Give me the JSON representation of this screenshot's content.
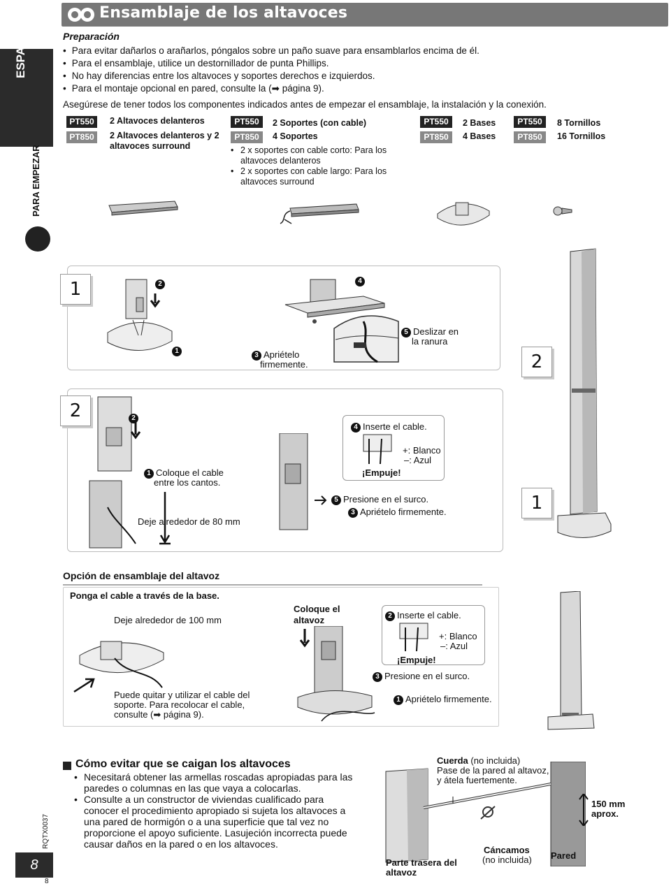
{
  "sidebar": {
    "language": "ESPAÑOL",
    "section": "PARA EMPEZAR",
    "doc_code": "RQTX0037",
    "page_number": "8",
    "page_small": "8"
  },
  "title": "Ensamblaje de los altavoces",
  "preparation": {
    "heading": "Preparación",
    "bullets": [
      "Para evitar dañarlos o arañarlos, póngalos sobre un paño suave para ensamblarlos encima de él.",
      "Para el ensamblaje, utilice un destornillador de punta Phillips.",
      "No hay diferencias entre los altavoces y soportes derechos e izquierdos.",
      "Para el montaje opcional en pared, consulte la (➡ página 9)."
    ],
    "intro": "Asegúrese de tener todos los componentes indicados antes de empezar el ensamblaje, la instalación y la conexión."
  },
  "components": {
    "tag_550": "PT550",
    "tag_850": "PT850",
    "speakers_550": "2 Altavoces delanteros",
    "speakers_850": "2 Altavoces delanteros y 2 altavoces surround",
    "stands_550": "2 Soportes (con cable)",
    "stands_850": "4 Soportes",
    "stands_sub": [
      "2 x soportes con cable corto: Para los altavoces delanteros",
      "2 x soportes con cable largo: Para los altavoces surround"
    ],
    "bases_550": "2 Bases",
    "bases_850": "4 Bases",
    "screws_550": "8 Tornillos",
    "screws_850": "16 Tornillos"
  },
  "step1": {
    "num": "1",
    "c1": "1",
    "c2": "2",
    "c3": "3",
    "c4": "4",
    "c5": "5",
    "aprietelo": "Apriételo firmemente.",
    "aprietelo_a": "Apriételo",
    "aprietelo_b": "firmemente.",
    "deslizar_a": "Deslizar en",
    "deslizar_b": "la ranura"
  },
  "step2": {
    "num": "2",
    "coloque_a": "Coloque el cable",
    "coloque_b": "entre los cantos.",
    "deje": "Deje alrededor de 80 mm",
    "inserte": "Inserte el cable.",
    "blanco": "+: Blanco",
    "azul": "–: Azul",
    "empuje": "¡Empuje!",
    "presione": "Presione en el surco.",
    "aprietelo": "Apriételo firmemente."
  },
  "side_nums": {
    "two": "2",
    "one": "1"
  },
  "option": {
    "heading": "Opción de ensamblaje del altavoz",
    "ponga": "Ponga el cable a través de la base.",
    "deje": "Deje alrededor de 100 mm",
    "coloque_a": "Coloque el",
    "coloque_b": "altavoz",
    "inserte": "Inserte el cable.",
    "blanco": "+: Blanco",
    "azul": "–: Azul",
    "empuje": "¡Empuje!",
    "presione": "Presione en el surco.",
    "aprietelo": "Apriételo firmemente.",
    "puede_a": "Puede quitar y utilizar el cable del",
    "puede_b": "soporte. Para recolocar el cable,",
    "puede_c": "consulte (➡ página 9).",
    "n1": "1",
    "n2": "2",
    "n3": "3"
  },
  "prevent": {
    "heading": "Cómo evitar que se caigan los altavoces",
    "bullets": [
      "Necesitará obtener las armellas roscadas apropiadas para las paredes o columnas en las que vaya a colocarlas.",
      "Consulte a un constructor de viviendas cualificado para conocer el procedimiento apropiado si sujeta los altavoces a una pared de hormigón o a una superficie que tal vez no proporcione el apoyo suficiente. Lasujeción incorrecta puede causar daños en la pared o en los altavoces."
    ],
    "cuerda": "Cuerda",
    "no_incluida": "(no incluida)",
    "pase_a": "Pase de la pared al altavoz,",
    "pase_b": "y átela fuertemente.",
    "mm": "150 mm",
    "aprox": "aprox.",
    "parte_a": "Parte trasera del",
    "parte_b": "altavoz",
    "cancamos": "Cáncamos",
    "cancamos_ni": "(no incluida)",
    "pared": "Pared"
  },
  "colors": {
    "title_bar": "#777777",
    "sidebar": "#2b2b2b",
    "tag_550": "#222222",
    "tag_850": "#888888"
  }
}
